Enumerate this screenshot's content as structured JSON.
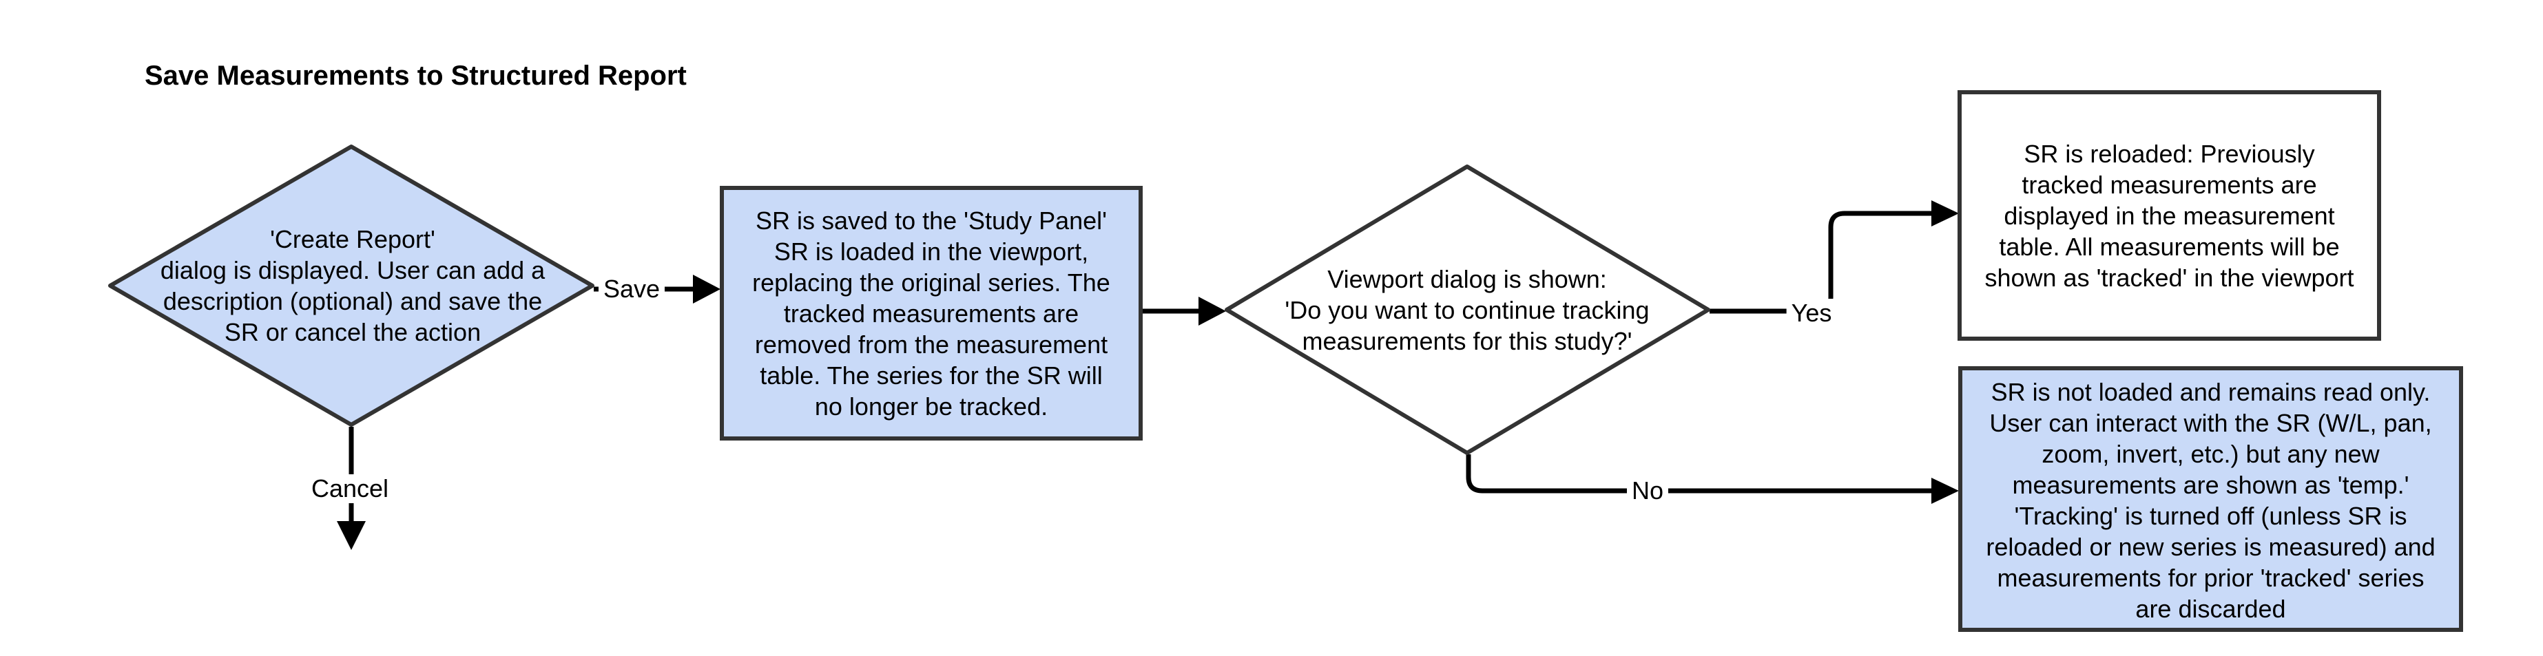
{
  "title": "Save Measurements to Structured Report",
  "colors": {
    "node_fill_blue": "#c9daf8",
    "node_fill_white": "#ffffff",
    "node_border": "#333333",
    "connector": "#000000",
    "text": "#000000",
    "background": "#ffffff"
  },
  "nodes": {
    "create_report_decision": {
      "type": "decision",
      "fill": "#c9daf8",
      "lines": [
        "'Create Report'",
        "dialog is displayed. User can add a",
        "description (optional) and save the",
        "SR or cancel the action"
      ]
    },
    "sr_saved_process": {
      "type": "process",
      "fill": "#c9daf8",
      "lines": [
        "SR is saved to the 'Study Panel'",
        "SR is loaded in the viewport,",
        "replacing the original series. The",
        "tracked measurements are",
        "removed from the measurement",
        "table. The series for the SR will",
        "no longer be tracked."
      ]
    },
    "viewport_dialog_decision": {
      "type": "decision",
      "fill": "#ffffff",
      "lines": [
        "Viewport dialog is shown:",
        "'Do you want to continue tracking",
        "measurements for this study?'"
      ]
    },
    "sr_reloaded_result": {
      "type": "process",
      "fill": "#ffffff",
      "lines": [
        "SR is reloaded: Previously",
        "tracked measurements are",
        "displayed in the measurement",
        "table. All measurements will be",
        "shown as 'tracked' in the viewport"
      ]
    },
    "sr_not_loaded_result": {
      "type": "process",
      "fill": "#c9daf8",
      "lines": [
        "SR is not loaded and remains read only.",
        "User can interact with the SR (W/L, pan,",
        "zoom, invert, etc.) but any new",
        "measurements are shown as 'temp.'",
        "'Tracking' is turned off (unless SR is",
        "reloaded or new series is measured) and",
        "measurements for prior 'tracked' series",
        "are discarded"
      ]
    }
  },
  "edge_labels": {
    "save": "Save",
    "cancel": "Cancel",
    "yes": "Yes",
    "no": "No"
  }
}
